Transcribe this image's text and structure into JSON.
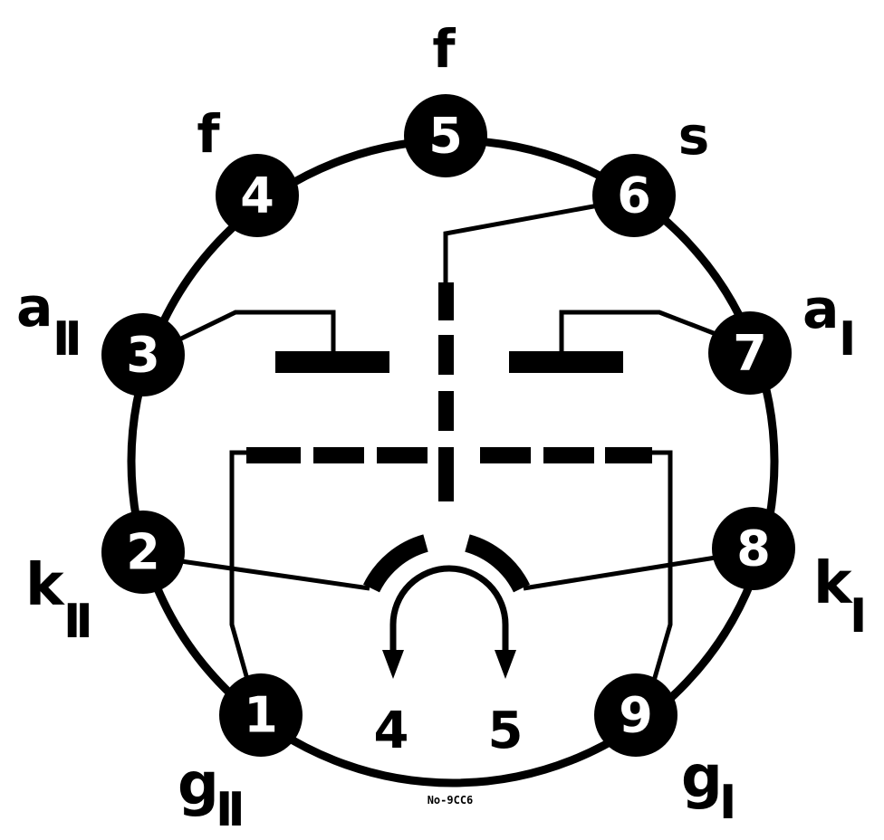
{
  "pins": [
    {
      "number": "1",
      "label": "g",
      "sub": "II"
    },
    {
      "number": "2",
      "label": "k",
      "sub": "II"
    },
    {
      "number": "3",
      "label": "a",
      "sub": "II"
    },
    {
      "number": "4",
      "label": "f",
      "sub": ""
    },
    {
      "number": "5",
      "label": "f",
      "sub": ""
    },
    {
      "number": "6",
      "label": "s",
      "sub": ""
    },
    {
      "number": "7",
      "label": "a",
      "sub": "I"
    },
    {
      "number": "8",
      "label": "k",
      "sub": "I"
    },
    {
      "number": "9",
      "label": "g",
      "sub": "I"
    }
  ],
  "heater": {
    "left": "4",
    "right": "5"
  },
  "code": "No-9CC6",
  "colors": {
    "ink": "#000000",
    "paper": "#ffffff"
  }
}
